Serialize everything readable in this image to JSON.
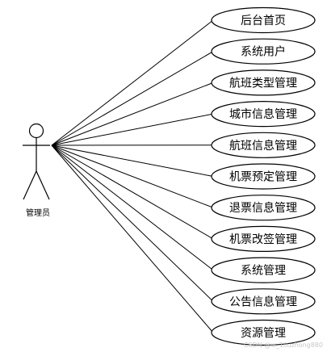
{
  "actor": {
    "label": "管理员"
  },
  "use_cases": [
    {
      "label": "后台首页"
    },
    {
      "label": "系统用户"
    },
    {
      "label": "航班类型管理"
    },
    {
      "label": "城市信息管理"
    },
    {
      "label": "航班信息管理"
    },
    {
      "label": "机票预定管理"
    },
    {
      "label": "退票信息管理"
    },
    {
      "label": "机票改签管理"
    },
    {
      "label": "系统管理"
    },
    {
      "label": "公告信息管理"
    },
    {
      "label": "资源管理"
    }
  ],
  "watermark": "CSDN @w_1liuzhong880",
  "colors": {
    "stroke": "#000000",
    "background": "#ffffff",
    "watermark": "#c8c8c8"
  }
}
